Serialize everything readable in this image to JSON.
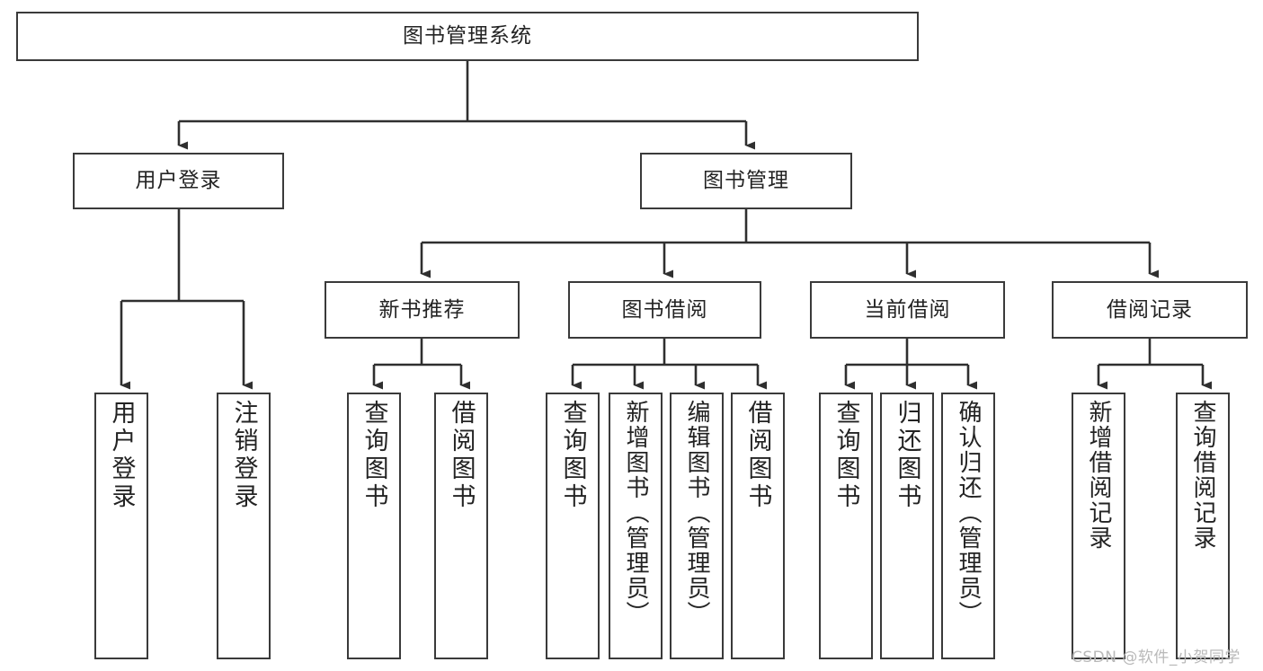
{
  "diagram": {
    "title": "图书管理系统",
    "type": "hierarchy-tree",
    "levels": 4,
    "colors": {
      "box_border": "#3a3a3a",
      "box_fill": "#ffffff",
      "connector": "#2f2f2f",
      "text": "#232323",
      "watermark": "#b9b9b9",
      "background": "#ffffff"
    },
    "root": {
      "label": "图书管理系统",
      "orientation": "horizontal"
    },
    "level2": [
      {
        "label": "用户登录",
        "orientation": "horizontal"
      },
      {
        "label": "图书管理",
        "orientation": "horizontal"
      }
    ],
    "level3": [
      {
        "label": "新书推荐",
        "orientation": "horizontal",
        "parent": "图书管理"
      },
      {
        "label": "图书借阅",
        "orientation": "horizontal",
        "parent": "图书管理"
      },
      {
        "label": "当前借阅",
        "orientation": "horizontal",
        "parent": "图书管理"
      },
      {
        "label": "借阅记录",
        "orientation": "horizontal",
        "parent": "图书管理"
      }
    ],
    "leaves": [
      {
        "label": "用户登录",
        "orientation": "vertical",
        "parent": "用户登录"
      },
      {
        "label": "注销登录",
        "orientation": "vertical",
        "parent": "用户登录"
      },
      {
        "label": "查询图书",
        "orientation": "vertical",
        "parent": "新书推荐"
      },
      {
        "label": "借阅图书",
        "orientation": "vertical",
        "parent": "新书推荐"
      },
      {
        "label": "查询图书",
        "orientation": "vertical",
        "parent": "图书借阅"
      },
      {
        "label": "新增图书（管理员）",
        "orientation": "vertical",
        "parent": "图书借阅"
      },
      {
        "label": "编辑图书（管理员）",
        "orientation": "vertical",
        "parent": "图书借阅"
      },
      {
        "label": "借阅图书",
        "orientation": "vertical",
        "parent": "图书借阅"
      },
      {
        "label": "查询图书",
        "orientation": "vertical",
        "parent": "当前借阅"
      },
      {
        "label": "归还图书",
        "orientation": "vertical",
        "parent": "当前借阅"
      },
      {
        "label": "确认归还（管理员）",
        "orientation": "vertical",
        "parent": "当前借阅"
      },
      {
        "label": "新增借阅记录",
        "orientation": "vertical",
        "parent": "借阅记录"
      },
      {
        "label": "查询借阅记录",
        "orientation": "vertical",
        "parent": "借阅记录"
      }
    ],
    "watermark": "CSDN @软件_小贺同学"
  }
}
